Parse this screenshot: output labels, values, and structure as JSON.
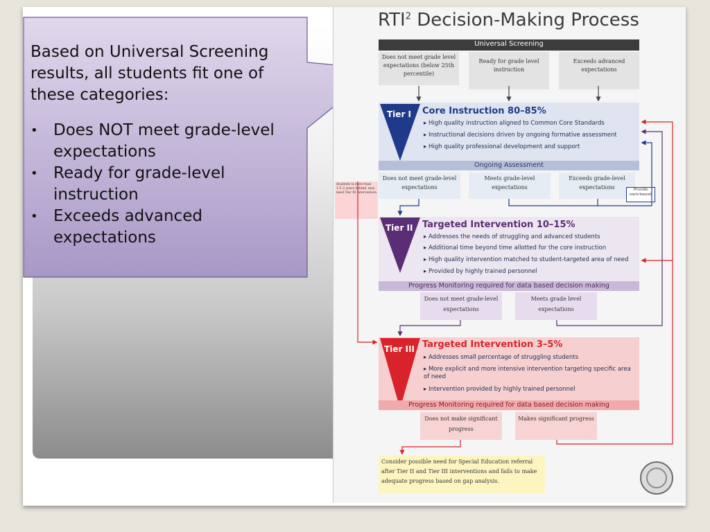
{
  "callout": {
    "intro": "Based on Universal Screening results, all students fit one of these categories:",
    "bullets": [
      "Does NOT meet grade-level expectations",
      "Ready for grade-level instruction",
      "Exceeds advanced expectations"
    ]
  },
  "doc": {
    "title": "RTI",
    "title_sup": "2",
    "title_rest": " Decision-Making Process",
    "screening_header": "Universal Screening",
    "screening_boxes": [
      "Does not meet grade level expectations (below 25th percentile)",
      "Ready for grade level instruction",
      "Exceeds advanced expectations"
    ],
    "tier1": {
      "label": "Tier I",
      "heading": "Core Instruction 80–85%",
      "items": [
        "High quality instruction aligned to Common Core Standards",
        "Instructional decisions driven by ongoing formative assessment",
        "High quality professional development and support"
      ],
      "bar": "Ongoing Assessment",
      "outcomes": [
        "Does not meet grade-level expectations",
        "Meets grade-level expectations",
        "Exceeds grade-level expectations"
      ],
      "enrichment": "Provide enrichment"
    },
    "side_note": "Students is more than 1.5–2 years behind, may need Tier III intervention",
    "tier2": {
      "label": "Tier II",
      "heading": "Targeted Intervention 10–15%",
      "items": [
        "Addresses the needs of struggling and advanced students",
        "Additional time beyond time allotted for the core instruction",
        "High quality intervention matched to student-targeted area of need",
        "Provided by highly trained personnel"
      ],
      "bar": "Progress Monitoring required for data based decision making",
      "outcomes": [
        "Does not meet grade-level expectations",
        "Meets grade level expectations"
      ]
    },
    "tier3": {
      "label": "Tier III",
      "heading": "Targeted Intervention 3–5%",
      "items": [
        "Addresses small percentage of struggling students",
        "More explicit and more intensive intervention targeting specific area of need",
        "Intervention provided by highly trained personnel"
      ],
      "bar": "Progress Monitoring required for data based decision making",
      "outcomes": [
        "Does not make significant progress",
        "Makes significant progress"
      ]
    },
    "referral": "Consider possible need for Special Education referral after Tier II and Tier III interventions and fails to make adequate progress based on gap analysis.",
    "colors": {
      "tier1": "#1f3a8a",
      "tier2": "#5b2d74",
      "tier3": "#d8232a",
      "header": "#333333"
    }
  }
}
